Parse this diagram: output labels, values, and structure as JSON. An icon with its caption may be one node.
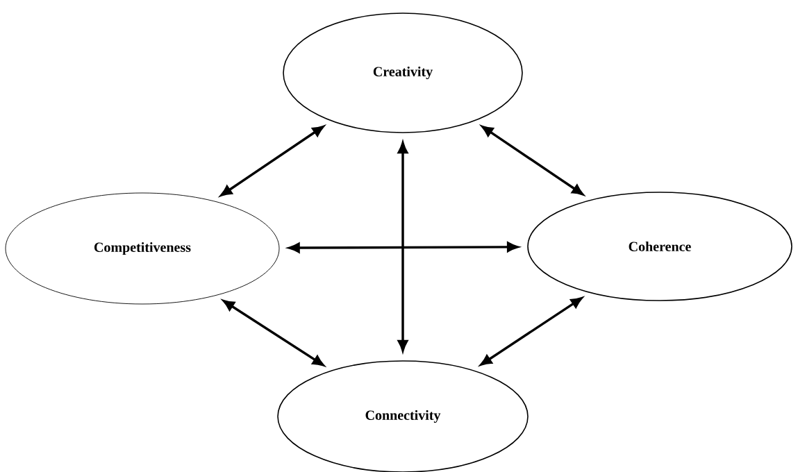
{
  "diagram": {
    "nodes": [
      {
        "text": [
          "Creativity"
        ]
      },
      {
        "text": [
          "Competitiveness"
        ]
      },
      {
        "text": [
          "Coherence"
        ]
      },
      {
        "text": [
          "Connectivity"
        ]
      }
    ],
    "edges": [
      {
        "from": 0,
        "to": 1,
        "arrow": "both"
      },
      {
        "from": 0,
        "to": 2,
        "arrow": "both"
      },
      {
        "from": 0,
        "to": 3,
        "arrow": "both"
      },
      {
        "from": 1,
        "to": 2,
        "arrow": "both"
      },
      {
        "from": 1,
        "to": 3,
        "arrow": "both"
      },
      {
        "from": 2,
        "to": 3,
        "arrow": "both"
      }
    ]
  }
}
